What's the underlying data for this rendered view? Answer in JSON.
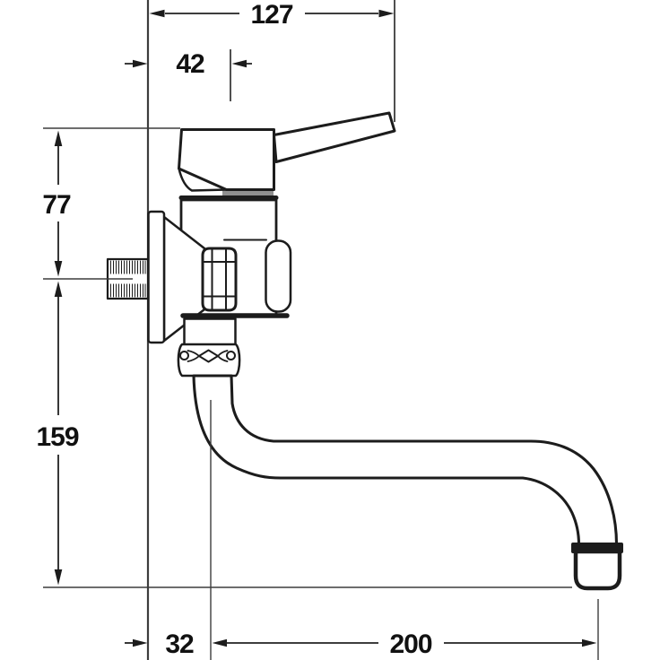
{
  "drawing": {
    "colors": {
      "line": "#1c1c1c",
      "dimension": "#222222",
      "seam_gray": "#8f8f8f",
      "background": "#ffffff"
    },
    "dims": {
      "handle_projection": "127",
      "wall_to_body_axis": "42",
      "height_top_to_inlet_axis": "77",
      "height_inlet_axis_to_outlet": "159",
      "wall_to_spout_axis": "32",
      "spout_reach": "200"
    }
  }
}
